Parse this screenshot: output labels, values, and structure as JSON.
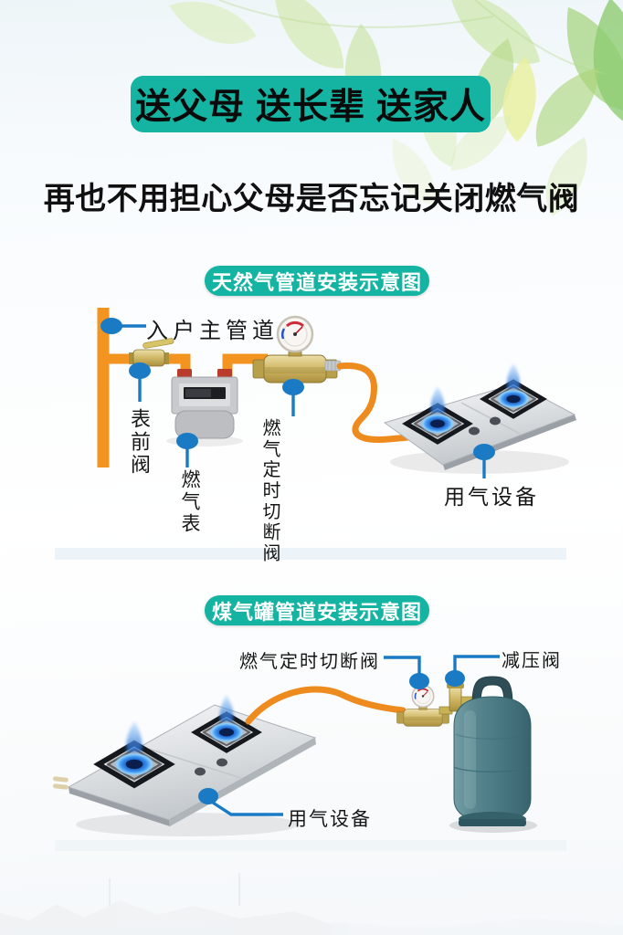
{
  "banner": {
    "text": "送父母 送长辈 送家人"
  },
  "headline": {
    "text": "再也不用担心父母是否忘记关闭燃气阀"
  },
  "diagram_natural_gas": {
    "title": "天然气管道安装示意图",
    "labels": {
      "main_pipe": "入户主管道",
      "pre_meter_valve": "表前阀",
      "gas_meter": "燃气表",
      "timer_cutoff_valve": "燃气定时切断阀",
      "appliance": "用气设备"
    }
  },
  "diagram_gas_tank": {
    "title": "煤气罐管道安装示意图",
    "labels": {
      "timer_cutoff_valve": "燃气定时切断阀",
      "pressure_reducing_valve": "减压阀",
      "appliance": "用气设备"
    }
  },
  "colors": {
    "accent_teal": "#14b3a2",
    "pipe_orange": "#f2941f",
    "hose_orange": "#ee8b1e",
    "callout_blue": "#1a7bc4",
    "flame_blue": "#3f95ee",
    "cylinder_teal": "#45737d",
    "brass": "#c8b15e"
  }
}
